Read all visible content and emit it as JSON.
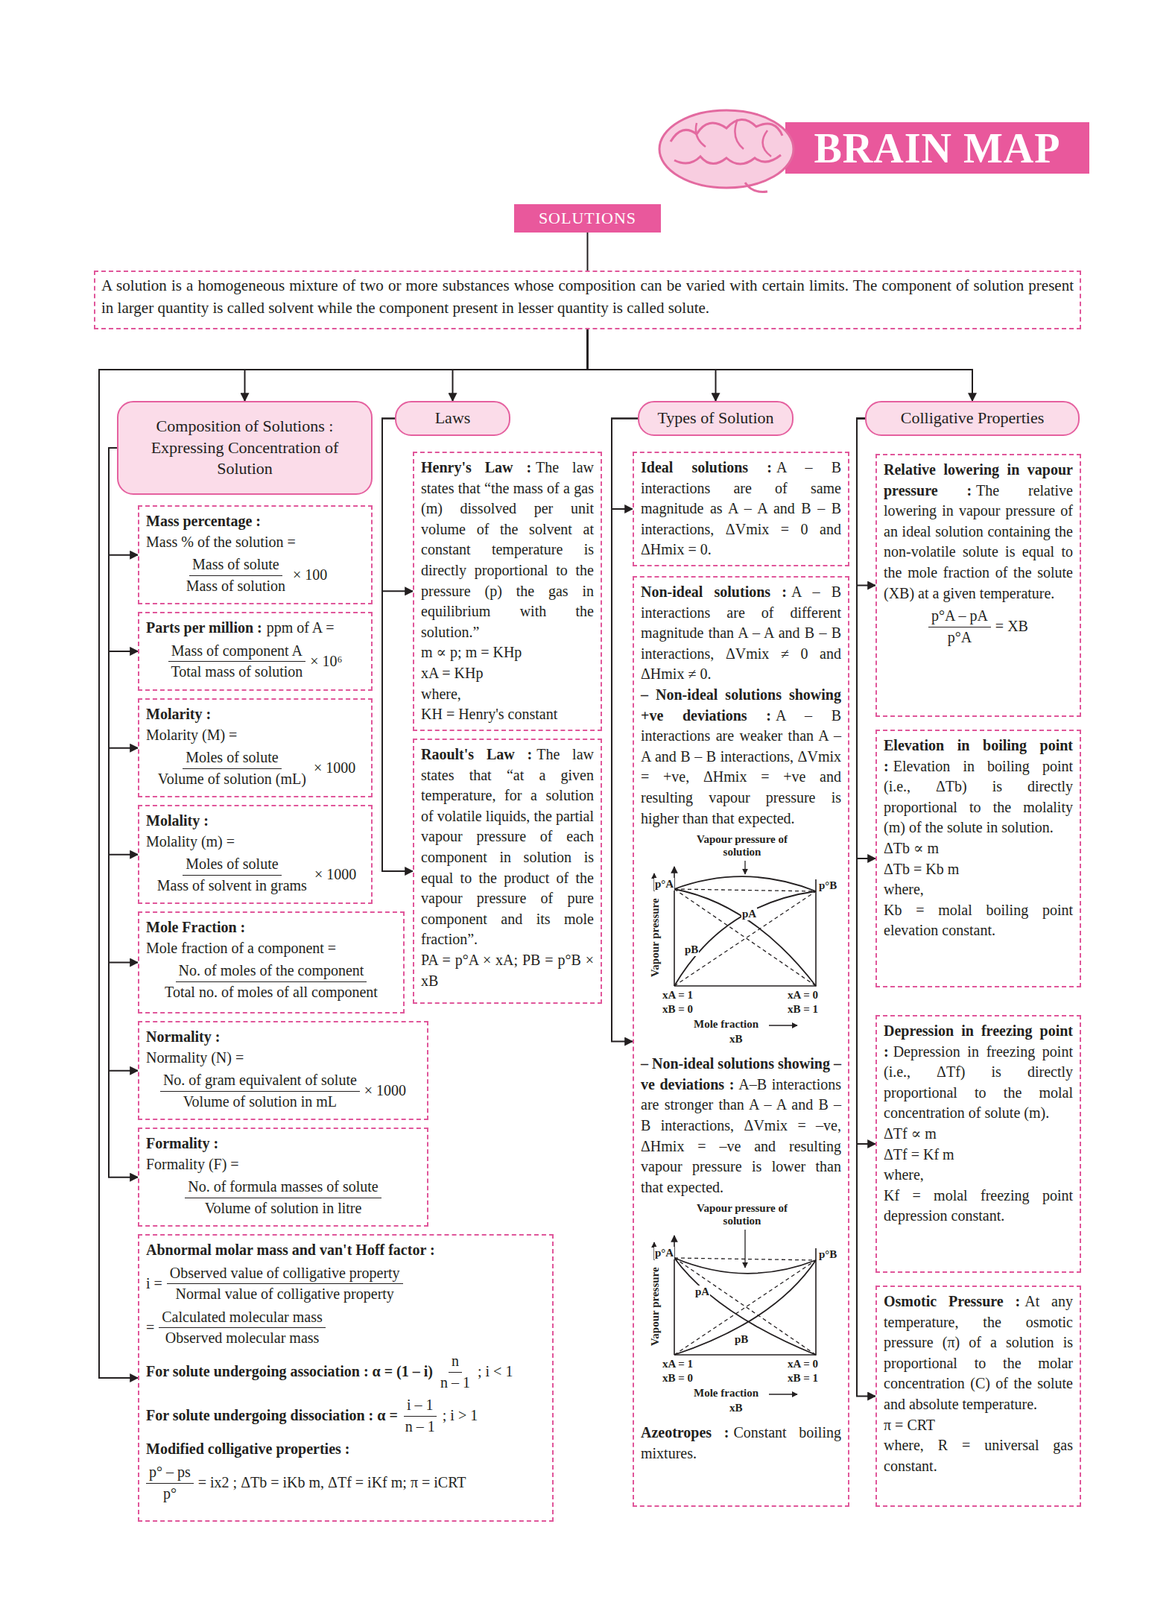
{
  "diagram": {
    "title": "BRAIN MAP",
    "nodes": [
      {
        "text": [
          "SOLUTIONS"
        ]
      },
      {
        "text": [
          "A solution is a homogeneous mixture of two or more substances whose composition can be varied with certain limits. The component of solution present in larger quantity is called solvent while the component present in lesser quantity is called solute."
        ]
      },
      {
        "text": [
          "Composition of Solutions : Expressing Concentration of Solution"
        ]
      },
      {
        "text": [
          "Laws"
        ]
      },
      {
        "text": [
          "Types of Solution"
        ]
      },
      {
        "text": [
          "Colligative Properties"
        ]
      },
      {
        "text": [
          "Mass percentage :",
          "Mass % of the solution =",
          "Mass of solute",
          "Mass of solution",
          "× 100"
        ]
      },
      {
        "text": [
          "Parts per million :",
          "ppm of A =",
          "Mass of component A",
          "Total mass of solution",
          "× 10⁶"
        ]
      },
      {
        "text": [
          "Molarity :",
          "Molarity (M) =",
          "Moles of solute",
          "Volume of solution (mL)",
          "× 1000"
        ]
      },
      {
        "text": [
          "Molality :",
          "Molality (m) =",
          "Moles of solute",
          "Mass of solvent in grams",
          "× 1000"
        ]
      },
      {
        "text": [
          "Mole Fraction :",
          "Mole fraction of a component =",
          "No. of moles of the component",
          "Total no. of moles of all component"
        ]
      },
      {
        "text": [
          "Normality :",
          "Normality (N) =",
          "No. of gram equivalent of solute",
          "Volume of solution in mL",
          "× 1000"
        ]
      },
      {
        "text": [
          "Formality :",
          "Formality (F) =",
          "No. of formula masses of solute",
          "Volume of solution in litre"
        ]
      },
      {
        "text": [
          "Abnormal molar mass and van't Hoff factor :",
          "i =",
          "Observed value of colligative property",
          "Normal value of colligative property",
          "=",
          "Calculated molecular mass",
          "Observed molecular mass",
          "For solute undergoing association : α = (1 – i)",
          "n",
          "n – 1",
          "; i < 1",
          "For solute undergoing dissociation : α =",
          "i – 1",
          "n – 1",
          "; i > 1",
          "Modified colligative properties :",
          "p° – ps",
          "p°",
          "= ix2 ; ΔTb = iKb m, ΔTf = iKf m; π = iCRT"
        ]
      },
      {
        "text": [
          "Henry's Law :",
          "The law states that “the mass of a gas (m) dissolved per unit volume of the solvent at constant temperature is directly proportional to the pressure (p) the gas in equilibrium with the solution.”",
          "m ∝ p; m = KHp",
          "xA = KHp",
          "where,",
          "KH = Henry's constant"
        ]
      },
      {
        "text": [
          "Raoult's Law :",
          "The law states that “at a given temperature, for a solution of volatile liquids, the partial vapour pressure of each component in solution is equal to the product of the vapour pressure of pure component and its mole fraction”.",
          "PA = p°A × xA; PB = p°B × xB"
        ]
      },
      {
        "text": [
          "Ideal solutions :",
          "A – B interactions are of same magnitude as A – A and B – B interactions, ΔVmix = 0 and ΔHmix = 0."
        ]
      },
      {
        "text": [
          "Non-ideal solutions :",
          "A – B interactions are of different magnitude than A – A and B – B interactions, ΔVmix ≠ 0 and ΔHmix ≠ 0.",
          "– Non-ideal solutions showing +ve deviations :",
          "A – B interactions are weaker than A – A and B – B interactions, ΔVmix = +ve, ΔHmix = +ve and resulting vapour pressure is higher than that expected.",
          "– Non-ideal solutions showing –ve deviations :",
          "A–B interactions are stronger than A – A and B – B interactions, ΔVmix = –ve, ΔHmix = –ve and resulting vapour pressure is lower than that expected.",
          "Azeotropes :",
          "Constant boiling mixtures."
        ]
      },
      {
        "text": [
          "Relative lowering in vapour pressure :",
          "The relative lowering in vapour pressure of an ideal solution containing the non-volatile solute is equal to the mole fraction of the solute (XB) at a given temperature.",
          "p°A – pA",
          "p°A",
          "= XB"
        ]
      },
      {
        "text": [
          "Elevation in boiling point :",
          "Elevation in boiling point (i.e., ΔTb) is directly proportional to the molality (m) of the solute in solution.",
          "ΔTb ∝ m",
          "ΔTb = Kb m",
          "where,",
          "Kb = molal boiling point elevation constant."
        ]
      },
      {
        "text": [
          "Depression in freezing point :",
          "Depression in freezing point (i.e., ΔTf) is directly proportional to the molal concentration of solute (m).",
          "ΔTf ∝ m",
          "ΔTf = Kf m",
          "where,",
          "Kf = molal freezing point depression constant."
        ]
      },
      {
        "text": [
          "Osmotic Pressure :",
          "At any temperature, the osmotic pressure (π) of a solution is proportional to the molar concentration (C) of the solute and absolute temperature.",
          "π = CRT",
          "where, R = universal gas constant."
        ]
      }
    ],
    "edges": [
      {
        "from": 0,
        "to": 1,
        "arrow": "none"
      },
      {
        "from": 1,
        "to": 2,
        "arrow": "to"
      },
      {
        "from": 1,
        "to": 3,
        "arrow": "to"
      },
      {
        "from": 1,
        "to": 4,
        "arrow": "to"
      },
      {
        "from": 1,
        "to": 5,
        "arrow": "to"
      },
      {
        "from": 1,
        "to": 13,
        "arrow": "to"
      },
      {
        "from": 2,
        "to": 6,
        "arrow": "to"
      },
      {
        "from": 2,
        "to": 7,
        "arrow": "to"
      },
      {
        "from": 2,
        "to": 8,
        "arrow": "to"
      },
      {
        "from": 2,
        "to": 9,
        "arrow": "to"
      },
      {
        "from": 2,
        "to": 10,
        "arrow": "to"
      },
      {
        "from": 2,
        "to": 11,
        "arrow": "to"
      },
      {
        "from": 2,
        "to": 12,
        "arrow": "to"
      },
      {
        "from": 3,
        "to": 14,
        "arrow": "to"
      },
      {
        "from": 3,
        "to": 15,
        "arrow": "to"
      },
      {
        "from": 4,
        "to": 16,
        "arrow": "to"
      },
      {
        "from": 4,
        "to": 17,
        "arrow": "to"
      },
      {
        "from": 5,
        "to": 18,
        "arrow": "to"
      },
      {
        "from": 5,
        "to": 19,
        "arrow": "to"
      },
      {
        "from": 5,
        "to": 20,
        "arrow": "to"
      },
      {
        "from": 5,
        "to": 21,
        "arrow": "to"
      }
    ],
    "labels": [
      "Vapour pressure of solution",
      "Vapour pressure",
      "p°A",
      "p°B",
      "pA",
      "pB",
      "xA = 1",
      "xB = 0",
      "xA = 0",
      "xB = 1",
      "Mole fraction",
      "xB",
      "Vapour pressure of solution",
      "Vapour pressure",
      "p°A",
      "p°B",
      "pA",
      "pB",
      "xA = 1",
      "xB = 0",
      "xA = 0",
      "xB = 1",
      "Mole fraction",
      "xB"
    ]
  }
}
